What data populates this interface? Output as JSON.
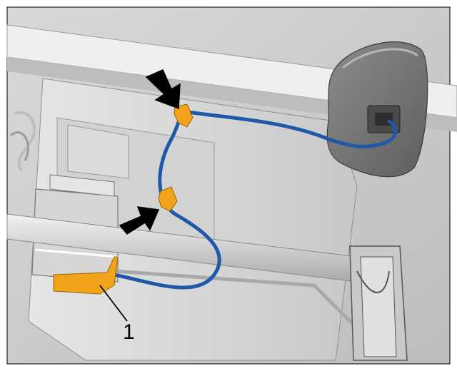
{
  "figure": {
    "callouts": [
      {
        "id": "1",
        "label": "1"
      }
    ],
    "colors": {
      "cable": "#1f58a8",
      "clip": "#f2a31b",
      "arrow": "#000000",
      "body": "#cfcfcf",
      "frame": "#eeeeee"
    },
    "icons": [
      "arrow-top",
      "arrow-middle"
    ]
  }
}
